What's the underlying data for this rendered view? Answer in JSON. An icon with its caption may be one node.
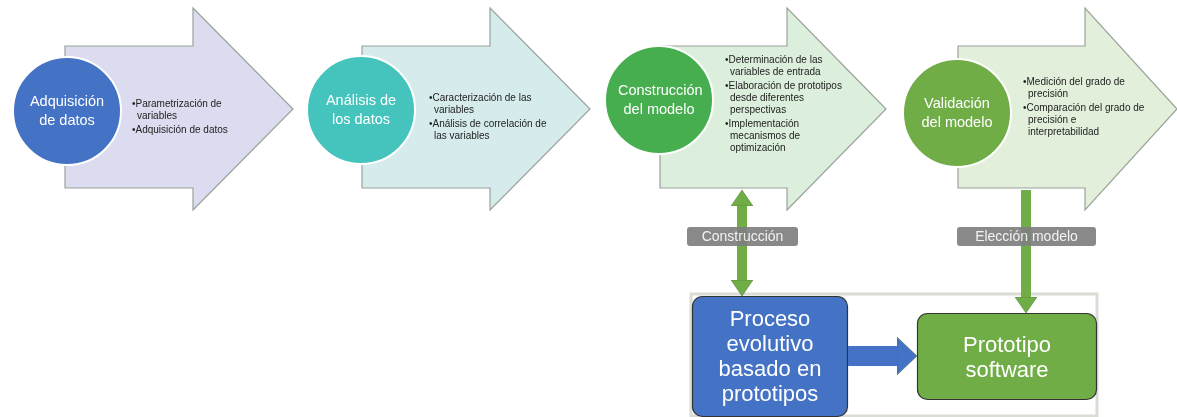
{
  "diagram": {
    "nodes": [
      {
        "text": [
          "Adquisición de datos"
        ]
      },
      {
        "text": [
          "•Parametrización de variables",
          "•Adquisición de datos"
        ]
      },
      {
        "text": [
          "Análisis de los datos"
        ]
      },
      {
        "text": [
          "•Caracterización de las variables",
          "•Análisis de correlación de las variables"
        ]
      },
      {
        "text": [
          "Construcción del modelo"
        ]
      },
      {
        "text": [
          "•Determinación de las variables de entrada",
          "•Elaboración de prototipos desde diferentes perspectivas",
          "•Implementación mecanismos de optimización"
        ]
      },
      {
        "text": [
          "Validación del modelo"
        ]
      },
      {
        "text": [
          "•Medición del grado de precisión",
          "•Comparación del grado de precisión e interpretabilidad"
        ]
      },
      {
        "text": [],
        "shape": "box"
      },
      {
        "text": [
          "Proceso evolutivo basado en prototipos"
        ],
        "in": 8
      },
      {
        "text": [
          "Prototipo software"
        ],
        "in": 8
      }
    ],
    "edges": [
      {
        "from": 5,
        "to": 9,
        "arrow": "both",
        "label": "Construcción"
      },
      {
        "from": 7,
        "to": 10,
        "arrow": "to",
        "label": "Elección modelo"
      },
      {
        "from": 9,
        "to": 10,
        "arrow": "to",
        "style": "thick",
        "color": "#4472c4"
      }
    ]
  }
}
